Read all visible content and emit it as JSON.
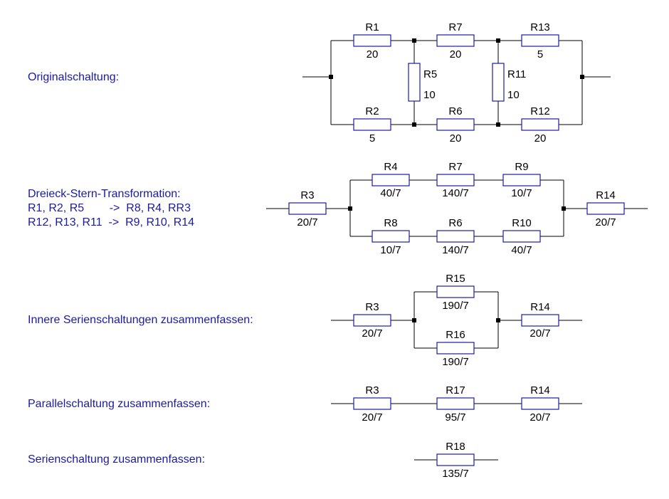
{
  "steps": {
    "s1": "Originalschaltung:",
    "s2": "Dreieck-Stern-Transformation:",
    "s2_line2": "R1, R2, R5        ->  R8, R4, RR3",
    "s2_line3": "R12, R13, R11  ->  R9, R10, R14",
    "s3": "Innere Serienschaltungen zusammenfassen:",
    "s4": "Parallelschaltung zusammenfassen:",
    "s5": "Serienschaltung zusammenfassen:"
  },
  "resistors": {
    "c1": {
      "r1": {
        "name": "R1",
        "value": "20"
      },
      "r7": {
        "name": "R7",
        "value": "20"
      },
      "r13": {
        "name": "R13",
        "value": "5"
      },
      "r5": {
        "name": "R5",
        "value": "10"
      },
      "r11": {
        "name": "R11",
        "value": "10"
      },
      "r2": {
        "name": "R2",
        "value": "5"
      },
      "r6": {
        "name": "R6",
        "value": "20"
      },
      "r12": {
        "name": "R12",
        "value": "20"
      }
    },
    "c2": {
      "r3": {
        "name": "R3",
        "value": "20/7"
      },
      "r4": {
        "name": "R4",
        "value": "40/7"
      },
      "r7": {
        "name": "R7",
        "value": "140/7"
      },
      "r9": {
        "name": "R9",
        "value": "10/7"
      },
      "r8": {
        "name": "R8",
        "value": "10/7"
      },
      "r6": {
        "name": "R6",
        "value": "140/7"
      },
      "r10": {
        "name": "R10",
        "value": "40/7"
      },
      "r14": {
        "name": "R14",
        "value": "20/7"
      }
    },
    "c3": {
      "r3": {
        "name": "R3",
        "value": "20/7"
      },
      "r15": {
        "name": "R15",
        "value": "190/7"
      },
      "r16": {
        "name": "R16",
        "value": "190/7"
      },
      "r14": {
        "name": "R14",
        "value": "20/7"
      }
    },
    "c4": {
      "r3": {
        "name": "R3",
        "value": "20/7"
      },
      "r17": {
        "name": "R17",
        "value": "95/7"
      },
      "r14": {
        "name": "R14",
        "value": "20/7"
      }
    },
    "c5": {
      "r18": {
        "name": "R18",
        "value": "135/7"
      }
    }
  }
}
